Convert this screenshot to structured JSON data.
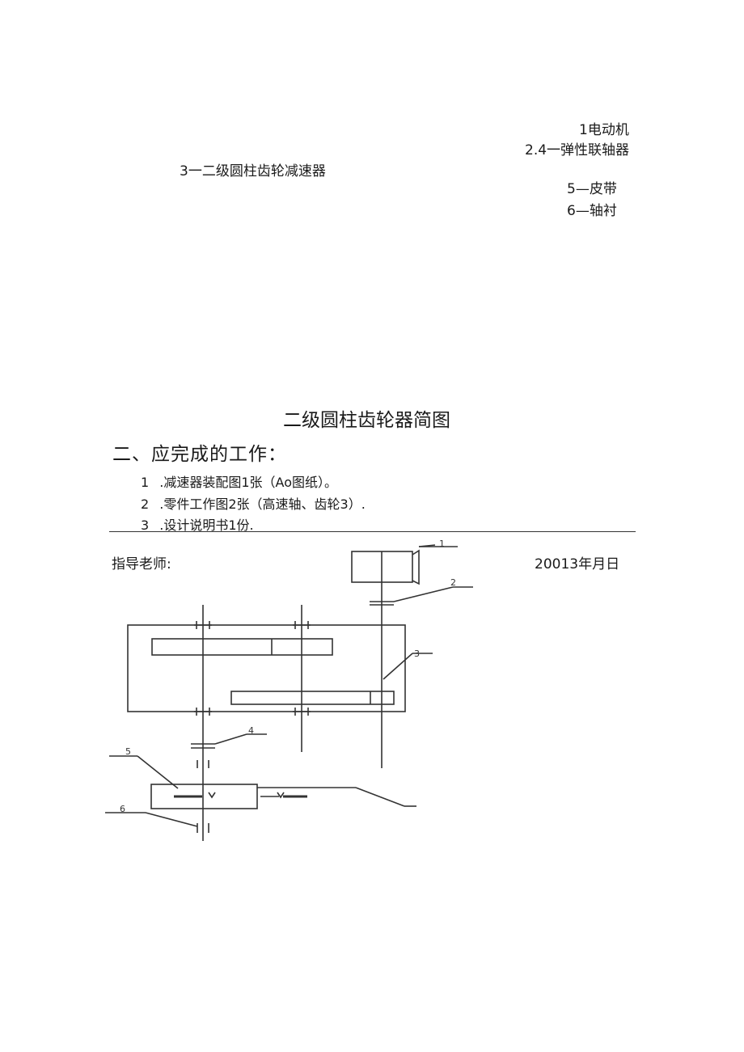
{
  "legend": {
    "item1": "1电动机",
    "item2": "2.4一弹性联轴器",
    "item3": "3一二级圆柱齿轮减速器",
    "item4": "5—皮带",
    "item5": "6—轴衬"
  },
  "figure_title": "二级圆柱齿轮器简图",
  "section_heading": "二、应完成的工作：",
  "tasks": [
    {
      "num": "1",
      "text": ".减速器装配图1张（Ao图纸）。"
    },
    {
      "num": "2",
      "text": ".零件工作图2张（高速轴、齿轮3）."
    },
    {
      "num": "3",
      "text": ".设计说明书1份."
    }
  ],
  "footer": {
    "instructor": "指导老师:",
    "date": "20013年月日"
  },
  "diagram": {
    "labels": [
      "1",
      "2",
      "3",
      "4",
      "5",
      "6"
    ]
  }
}
